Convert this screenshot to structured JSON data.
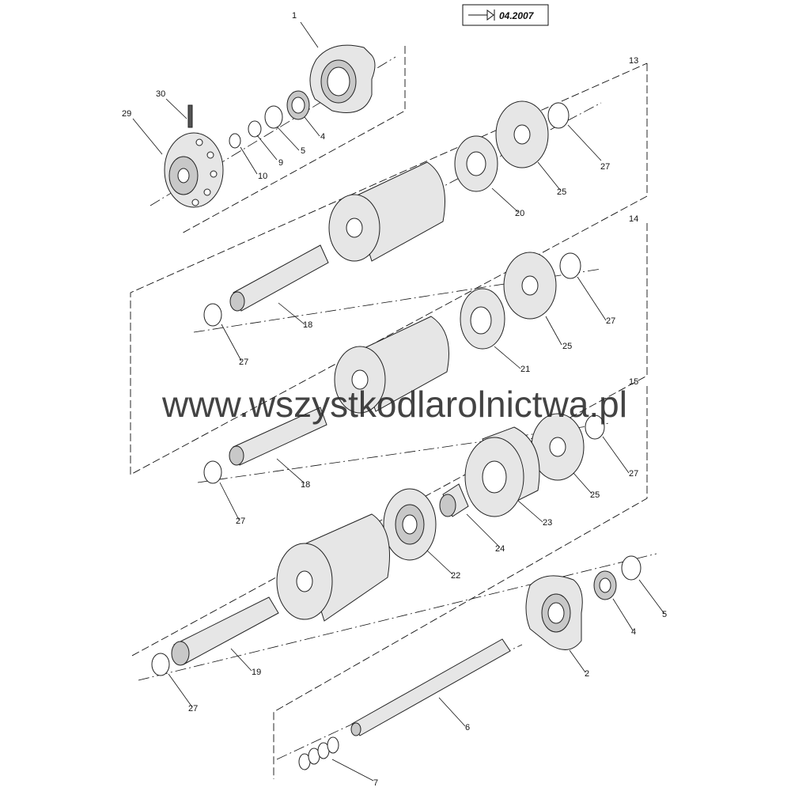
{
  "stamp": {
    "date": "04.2007"
  },
  "watermark": "www.wszystkodlarolnictwa.pl",
  "callouts": {
    "c1": "1",
    "c30": "30",
    "c29": "29",
    "c10": "10",
    "c9": "9",
    "c5a": "5",
    "c4a": "4",
    "c13": "13",
    "c27a": "27",
    "c25a": "25",
    "c20": "20",
    "c14": "14",
    "c18a": "18",
    "c27b": "27",
    "c27c": "27",
    "c25b": "25",
    "c21": "21",
    "c15": "15",
    "c18b": "18",
    "c27d": "27",
    "c27e": "27",
    "c25c": "25",
    "c23": "23",
    "c24": "24",
    "c22": "22",
    "c19": "19",
    "c27f": "27",
    "c4b": "4",
    "c5b": "5",
    "c2": "2",
    "c6": "6",
    "c7": "7"
  }
}
